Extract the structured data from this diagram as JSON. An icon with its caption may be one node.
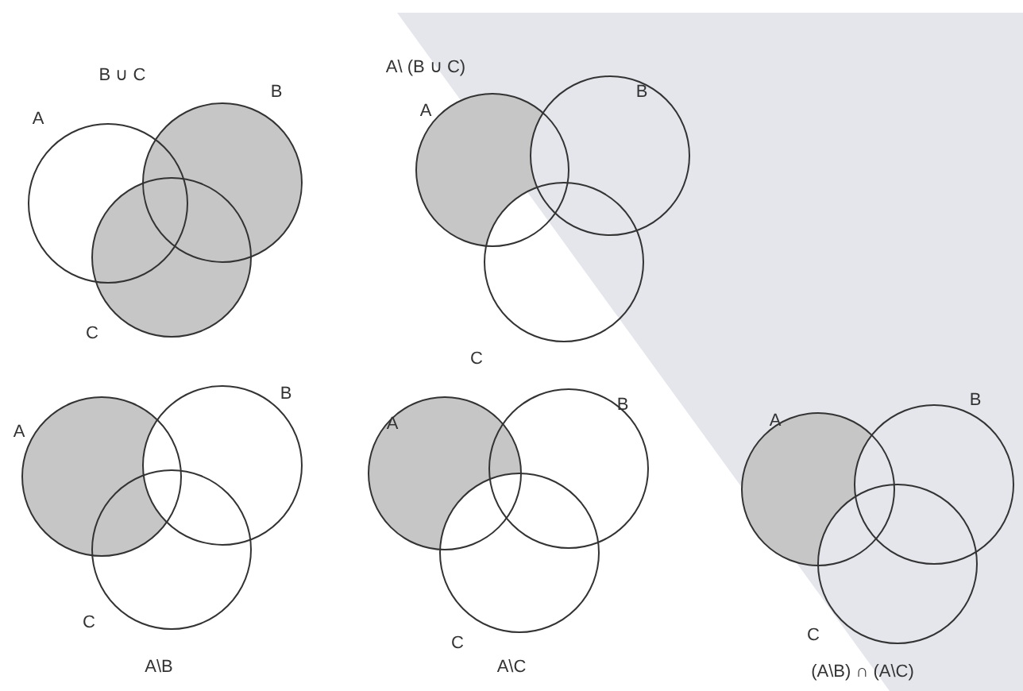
{
  "diagram": {
    "labels": [
      "B ∪ C",
      "A",
      "B",
      "C",
      "A\\ (B ∪ C)",
      "A",
      "B",
      "C",
      "A",
      "B",
      "C",
      "A\\B",
      "A",
      "B",
      "C",
      "A\\C",
      "A",
      "B",
      "C",
      "(A\\B) ∩ (A\\C)"
    ]
  }
}
